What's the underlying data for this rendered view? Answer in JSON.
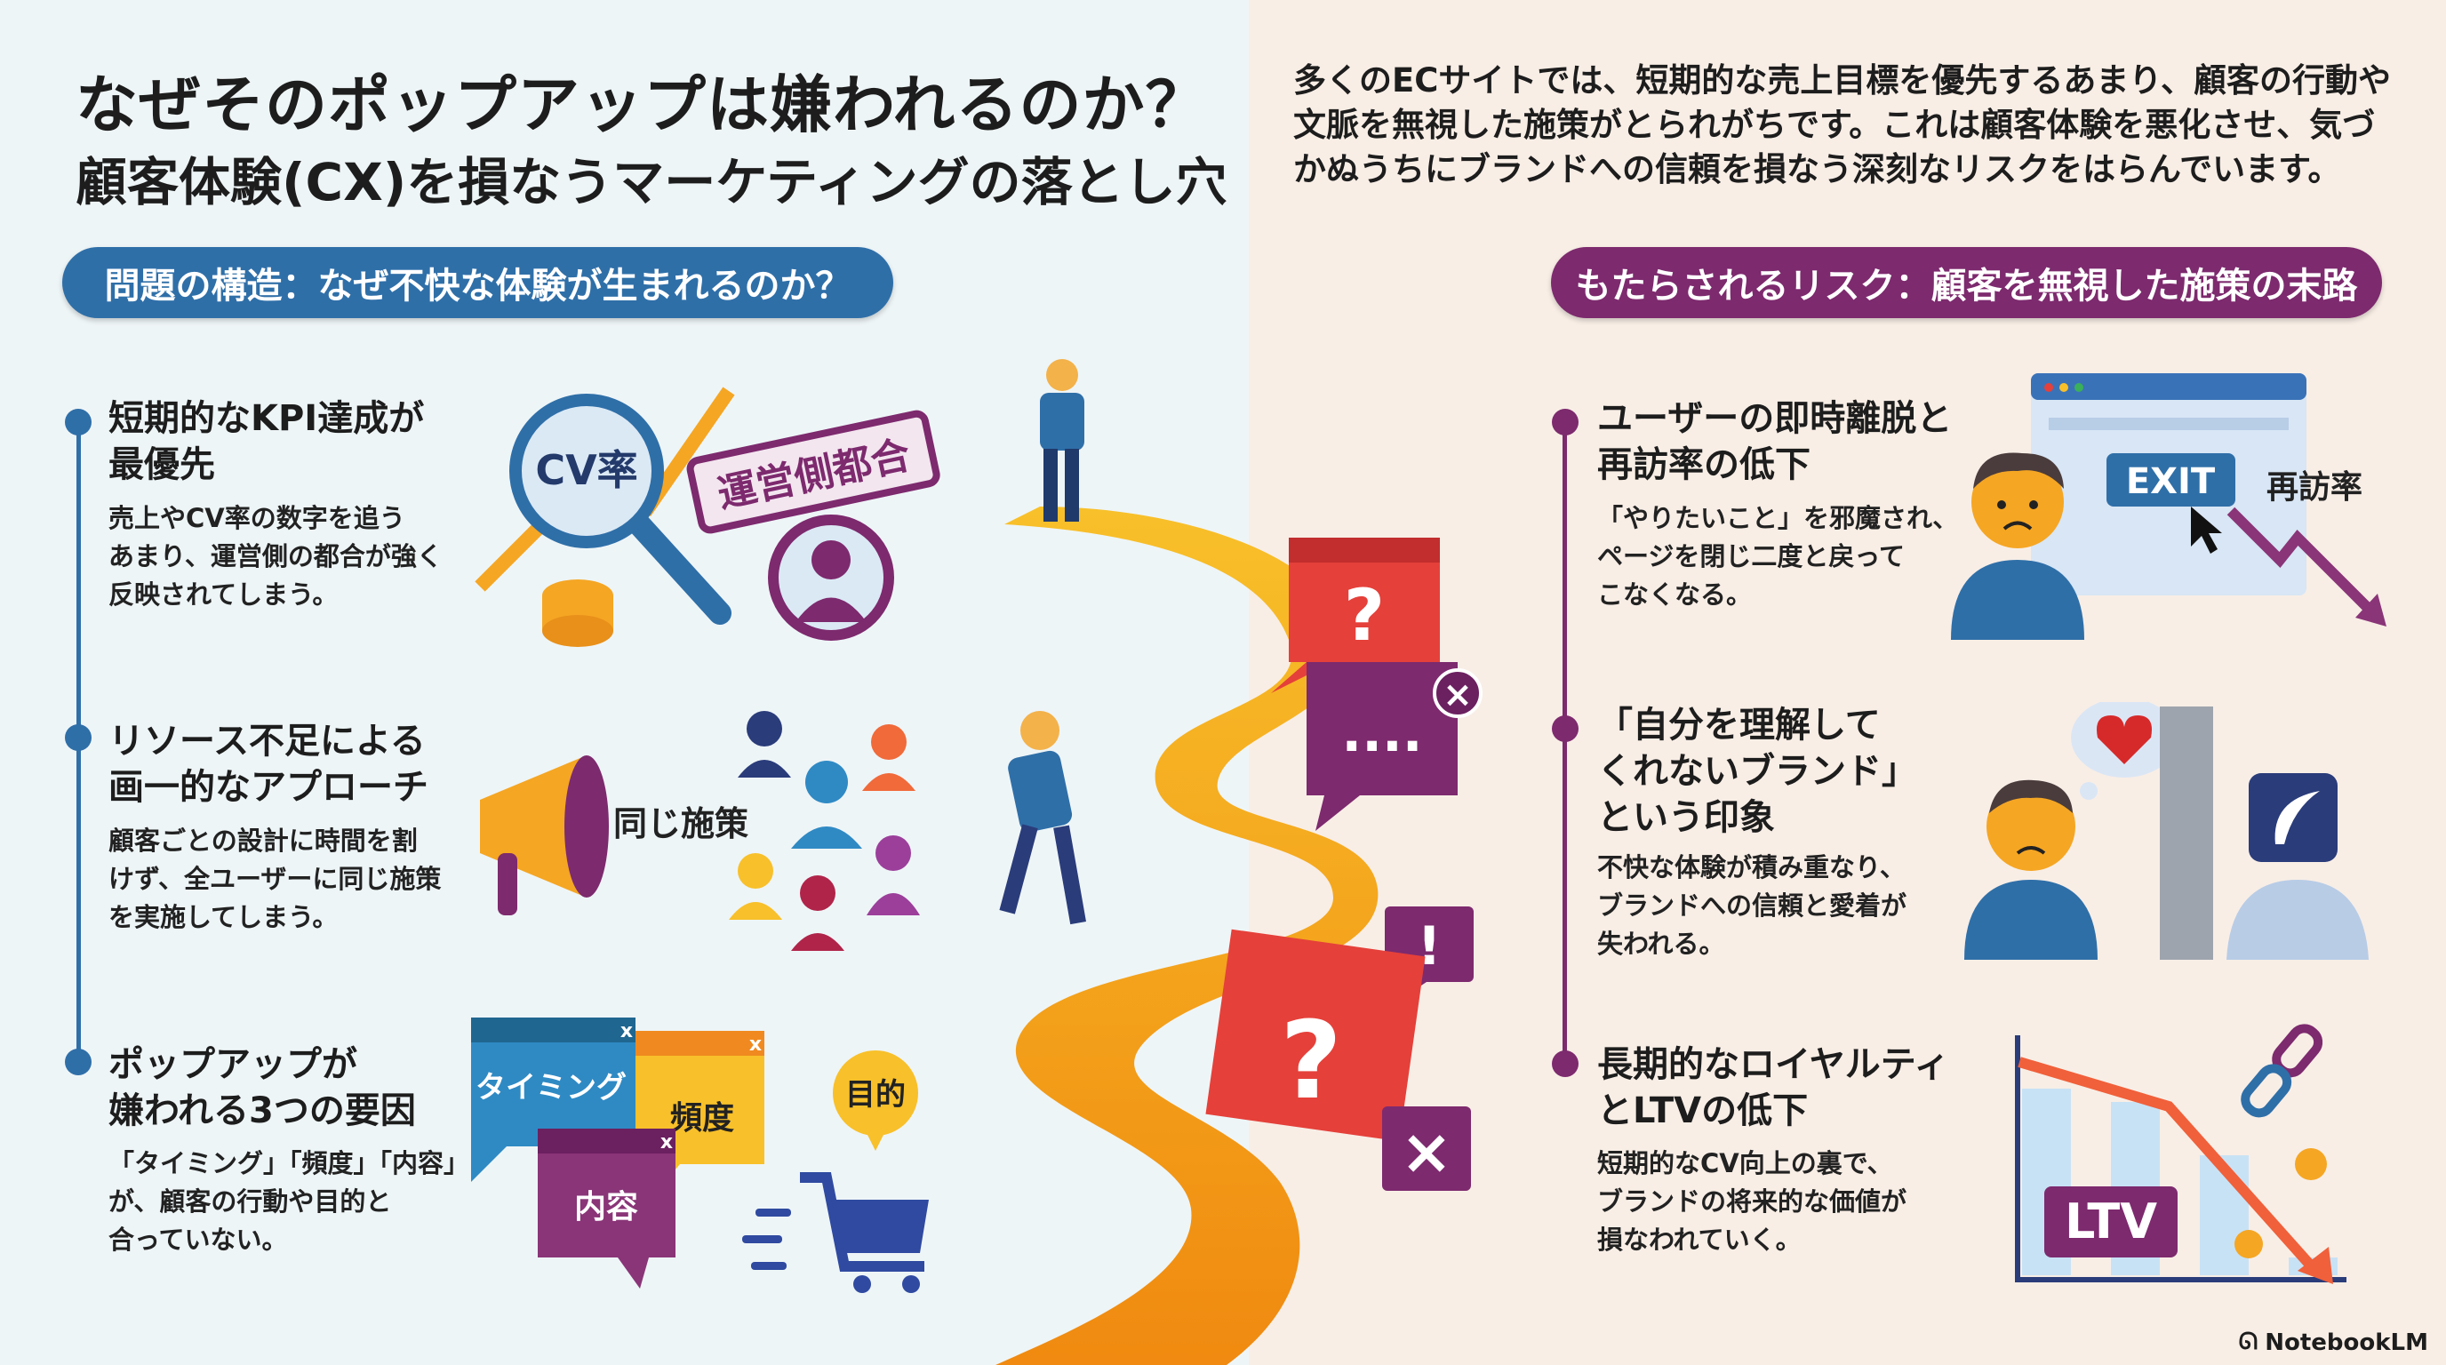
{
  "title": {
    "line1": "なぜそのポップアップは嫌われるのか？",
    "line2": "顧客体験(CX)を損なうマーケティングの落とし穴"
  },
  "intro": "多くのECサイトでは、短期的な売上目標を優先するあまり、顧客の行動や文脈を無視した施策がとられがちです。これは顧客体験を悪化させ、気づかぬうちにブランドへの信頼を損なう深刻なリスクをはらんでいます。",
  "left": {
    "header": "問題の構造：なぜ不快な体験が生まれるのか？",
    "items": [
      {
        "heading1": "短期的なKPI達成が",
        "heading2": "最優先",
        "desc": [
          "売上やCV率の数字を追う",
          "あまり、運営側の都合が強く",
          "反映されてしまう。"
        ]
      },
      {
        "heading1": "リソース不足による",
        "heading2": "画一的なアプローチ",
        "desc": [
          "顧客ごとの設計に時間を割",
          "けず、全ユーザーに同じ施策",
          "を実施してしまう。"
        ]
      },
      {
        "heading1": "ポップアップが",
        "heading2": "嫌われる3つの要因",
        "desc": [
          "「タイミング」「頻度」「内容」",
          "が、顧客の行動や目的と",
          "合っていない。"
        ]
      }
    ],
    "illustrations": {
      "cv_rate": "CV率",
      "operator": "運営側都合",
      "same_measure": "同じ施策",
      "timing": "タイミング",
      "frequency": "頻度",
      "content": "内容",
      "purpose": "目的",
      "close": "x"
    }
  },
  "right": {
    "header": "もたらされるリスク：顧客を無視した施策の末路",
    "items": [
      {
        "heading1": "ユーザーの即時離脱と",
        "heading2": "再訪率の低下",
        "desc": [
          "「やりたいこと」を邪魔され、",
          "ページを閉じ二度と戻って",
          "こなくなる。"
        ]
      },
      {
        "heading1": "「自分を理解して",
        "heading2": "くれないブランド」",
        "heading3": "という印象",
        "desc": [
          "不快な体験が積み重なり、",
          "ブランドへの信頼と愛着が",
          "失われる。"
        ]
      },
      {
        "heading1": "長期的なロイヤルティ",
        "heading2": "とLTVの低下",
        "desc": [
          "短期的なCV向上の裏で、",
          "ブランドの将来的な価値が",
          "損なわれていく。"
        ]
      }
    ],
    "illustrations": {
      "exit": "EXIT",
      "revisit": "再訪率",
      "ltv": "LTV"
    }
  },
  "center": {
    "q": "?",
    "dots": "....",
    "bang": "!",
    "x": "×"
  },
  "branding": "NotebookLM",
  "colors": {
    "blue": "#2f6fa8",
    "purple": "#7d2a6e",
    "orange": "#f5a623"
  }
}
